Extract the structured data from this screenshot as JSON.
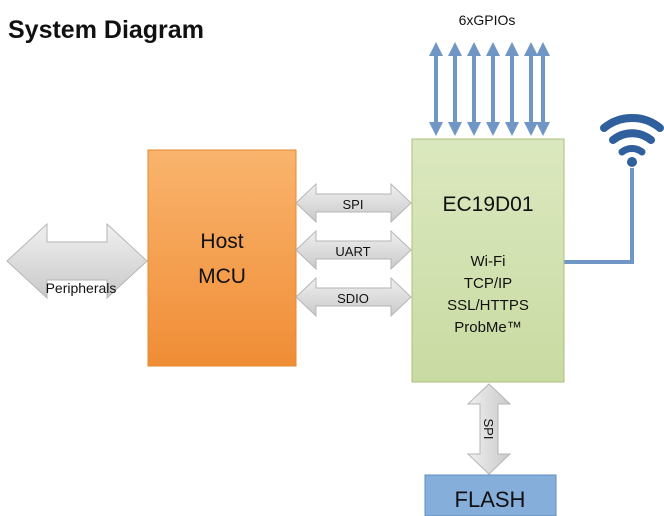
{
  "title": "System Diagram",
  "gpio_label": "6xGPIOs",
  "host": {
    "line1": "Host",
    "line2": "MCU"
  },
  "peripherals_label": "Peripherals",
  "interfaces": [
    "SPI",
    "UART",
    "SDIO"
  ],
  "module": {
    "name": "EC19D01",
    "features": [
      "Wi-Fi",
      "TCP/IP",
      "SSL/HTTPS",
      "ProbMe™"
    ]
  },
  "flash_link_label": "SPI",
  "flash_label": "FLASH",
  "colors": {
    "host_fill": "#f7a24c",
    "host_border": "#e38a2f",
    "module_fill": "#d3e2b2",
    "module_border": "#a9c07a",
    "gpio_arrow": "#6f96c4",
    "wifi": "#2f5f9d",
    "flash_fill": "#86aedb",
    "connector": "#d9d9d9"
  }
}
